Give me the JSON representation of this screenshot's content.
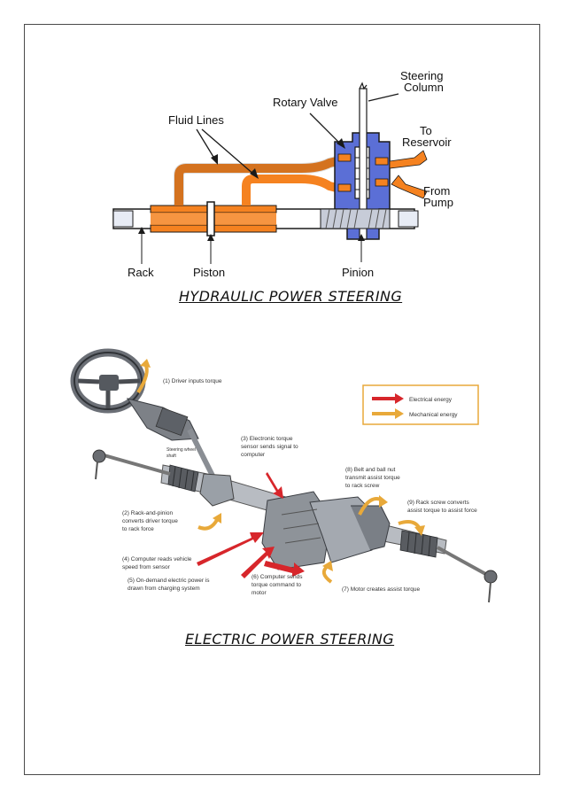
{
  "hydraulic": {
    "labels": {
      "steering_column_1": "Steering",
      "steering_column_2": "Column",
      "rotary_valve": "Rotary Valve",
      "fluid_lines": "Fluid Lines",
      "to_reservoir_1": "To",
      "to_reservoir_2": "Reservoir",
      "from_pump_1": "From",
      "from_pump_2": "Pump",
      "rack": "Rack",
      "piston": "Piston",
      "pinion": "Pinion"
    },
    "caption": "HYDRAULIC POWER STEERING",
    "colors": {
      "fluid": "#f58220",
      "housing": "#5b6fd6",
      "rack": "#ffffff",
      "outline": "#1a1a1a"
    }
  },
  "electric": {
    "legend": {
      "electrical": "Electrical energy",
      "mechanical": "Mechanical energy",
      "electrical_color": "#d7262b",
      "mechanical_color": "#e8a93a",
      "border_color": "#e8a93a"
    },
    "labels": {
      "l1": "(1) Driver inputs torque",
      "steering_shaft_1": "Steering wheel",
      "steering_shaft_2": "shaft",
      "l3_1": "(3) Electronic torque",
      "l3_2": "sensor sends signal to",
      "l3_3": "computer",
      "l8_1": "(8) Belt and ball nut",
      "l8_2": "transmit assist torque",
      "l8_3": "to rack screw",
      "l9_1": "(9) Rack screw converts",
      "l9_2": "assist torque to assist force",
      "l2_1": "(2) Rack-and-pinion",
      "l2_2": "converts driver torque",
      "l2_3": "to rack force",
      "l4_1": "(4) Computer reads vehicle",
      "l4_2": "speed from sensor",
      "l5_1": "(5) On-demand electric power is",
      "l5_2": "drawn from charging system",
      "l6_1": "(6) Computer sends",
      "l6_2": "torque command to",
      "l6_3": "motor",
      "l7": "(7) Motor creates assist torque"
    },
    "caption": "ELECTRIC POWER STEERING"
  }
}
